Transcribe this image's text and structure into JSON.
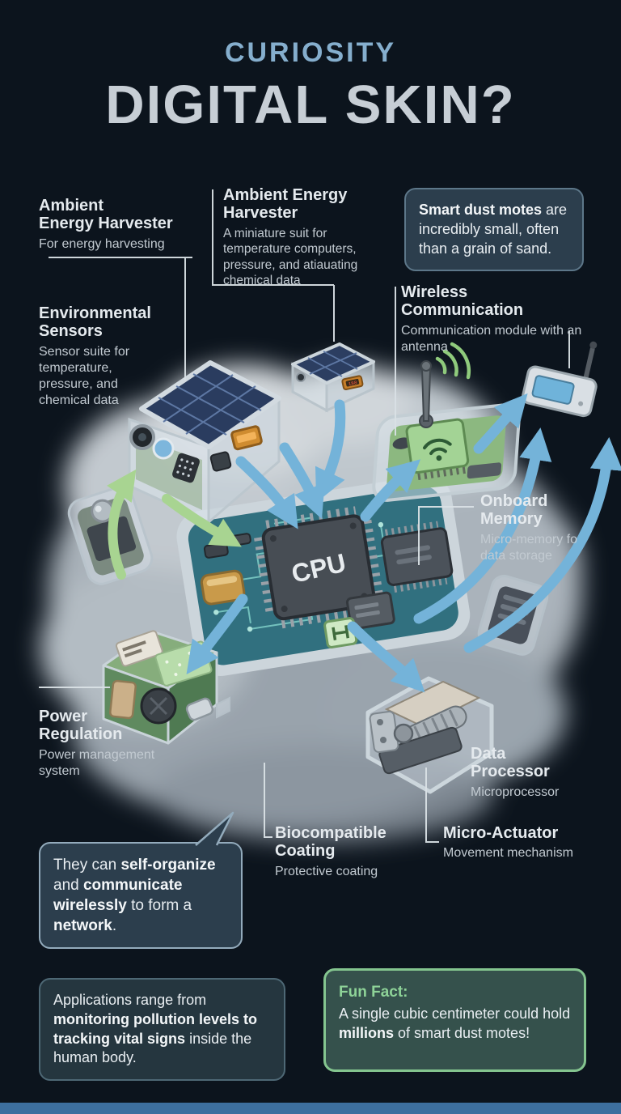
{
  "header": {
    "kicker": "CURIOSITY",
    "title": "DIGITAL SKIN?"
  },
  "callouts": {
    "ambient1": {
      "title": [
        "Ambient",
        "Energy Harvester"
      ],
      "desc": "For energy harvesting"
    },
    "ambient2": {
      "title": [
        "Ambient Energy",
        "Harvester"
      ],
      "desc": "A miniature suit for temperature computers, pressure, and atiauating chemical data"
    },
    "wireless": {
      "title": [
        "Wireless",
        "Communication"
      ],
      "desc": "Communication module with an antenna"
    },
    "environmental": {
      "title": [
        "Environmental",
        "Sensors"
      ],
      "desc": "Sensor suite for temperature, pressure, and chemical data"
    },
    "onboard": {
      "title": [
        "Onboard",
        "Memory"
      ],
      "desc": "Micro-memory fo data storage"
    },
    "power": {
      "title": [
        "Power",
        "Regulation"
      ],
      "desc": "Power management system"
    },
    "data_processor": {
      "title": [
        "Data",
        "Processor"
      ],
      "desc": "Microprocessor"
    },
    "biocompatible": {
      "title": [
        "Biocompatible",
        "Coating"
      ],
      "desc": "Protective coating"
    },
    "micro_actuator": {
      "title": [
        "Micro-Actuator"
      ],
      "desc": "Movement mechanism"
    }
  },
  "bubbles": {
    "size_fact": {
      "segments": [
        {
          "t": "Smart dust motes",
          "b": true
        },
        {
          "t": " are incredibly small, often than a grain of sand.",
          "b": false
        }
      ]
    },
    "network_fact": {
      "segments": [
        {
          "t": "They can ",
          "b": false
        },
        {
          "t": "self-organize",
          "b": true
        },
        {
          "t": " and ",
          "b": false
        },
        {
          "t": "communicate wirelessly",
          "b": true
        },
        {
          "t": " to form a ",
          "b": false
        },
        {
          "t": "network",
          "b": true
        },
        {
          "t": ".",
          "b": false
        }
      ]
    },
    "applications": {
      "segments": [
        {
          "t": "Applications range from ",
          "b": false
        },
        {
          "t": "monitoring pollution levels to tracking vital signs",
          "b": true
        },
        {
          "t": " inside the human body.",
          "b": false
        }
      ]
    },
    "fun_fact": {
      "heading": "Fun Fact:",
      "segments": [
        {
          "t": "A single cubic centimeter could hold ",
          "b": false
        },
        {
          "t": "millions",
          "b": true
        },
        {
          "t": " of smart dust motes!",
          "b": false
        }
      ]
    }
  },
  "illustration": {
    "cpu_label": "CPU"
  },
  "colors": {
    "background": "#0c141d",
    "accent_blue": "#85aecd",
    "title_gray": "#c7ced5",
    "arrow_blue": "#74b3d9",
    "arrow_green": "#a8d491",
    "fun_fact_green": "#8ed398",
    "footer_bar": "#3d6f9e"
  }
}
